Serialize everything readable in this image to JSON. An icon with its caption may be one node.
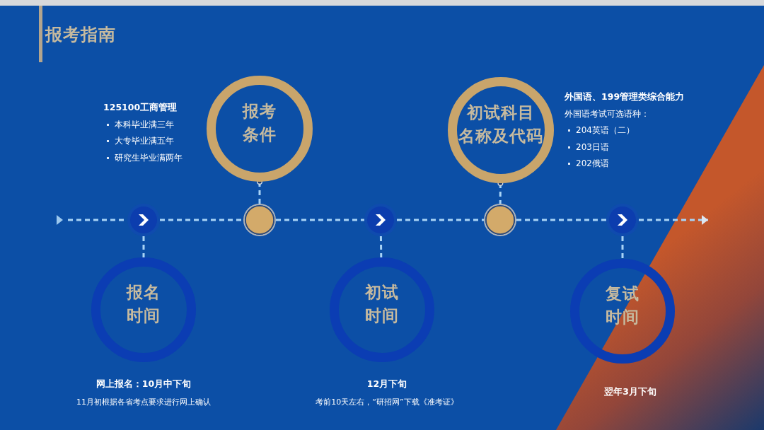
{
  "diagram": {
    "title": "报考指南",
    "nodes": [
      {
        "text": [
          "报考条件"
        ],
        "beside": [
          "125100工商管理",
          "本科毕业满三年",
          "大专毕业满五年",
          "研究生毕业满两年"
        ]
      },
      {
        "text": [
          "初试科目名称及代码"
        ],
        "beside": [
          "外国语、199管理类综合能力",
          "外国语考试可选语种：",
          "204英语（二）",
          "203日语",
          "202俄语"
        ]
      },
      {
        "text": [],
        "shape": "circle"
      },
      {
        "text": [],
        "shape": "circle"
      },
      {
        "text": [],
        "shape": "circle"
      },
      {
        "text": [],
        "shape": "circle"
      },
      {
        "text": [],
        "shape": "circle"
      },
      {
        "text": [
          "报名时间"
        ],
        "beside": [
          "网上报名：10月中下旬",
          "11月初根据各省考点要求进行网上确认"
        ]
      },
      {
        "text": [
          "初试时间"
        ],
        "beside": [
          "12月下旬",
          "考前10天左右，“研招网”下载《准考证》"
        ]
      },
      {
        "text": [
          "复试时间"
        ],
        "beside": [
          "翌年3月下旬"
        ]
      }
    ],
    "edges": [
      {
        "from": null,
        "to": 2,
        "arrow": "none",
        "style": "dashed"
      },
      {
        "from": 2,
        "to": 3,
        "arrow": "none",
        "style": "dashed"
      },
      {
        "from": 3,
        "to": 4,
        "arrow": "none",
        "style": "dashed"
      },
      {
        "from": 4,
        "to": 5,
        "arrow": "none",
        "style": "dashed"
      },
      {
        "from": 5,
        "to": 6,
        "arrow": "none",
        "style": "dashed"
      },
      {
        "from": 6,
        "to": null,
        "arrow": "to",
        "style": "dashed"
      },
      {
        "from": 0,
        "to": 3,
        "arrow": "other",
        "style": "dashed"
      },
      {
        "from": 1,
        "to": 5,
        "arrow": "other",
        "style": "dashed"
      },
      {
        "from": 2,
        "to": 7,
        "arrow": "none",
        "style": "dashed"
      },
      {
        "from": 4,
        "to": 8,
        "arrow": "none",
        "style": "dashed"
      },
      {
        "from": 6,
        "to": 9,
        "arrow": "none",
        "style": "dashed"
      }
    ]
  }
}
